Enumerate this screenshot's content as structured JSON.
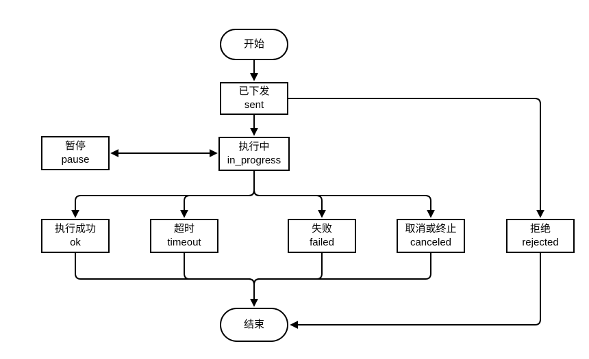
{
  "diagram": {
    "type": "flowchart",
    "colors": {
      "stroke": "#000000",
      "fill": "#ffffff",
      "text": "#000000"
    },
    "nodes": {
      "start": {
        "shape": "stadium",
        "lines": [
          "开始"
        ]
      },
      "sent": {
        "shape": "rect",
        "lines": [
          "已下发",
          "sent"
        ]
      },
      "pause": {
        "shape": "rect",
        "lines": [
          "暂停",
          "pause"
        ]
      },
      "in_progress": {
        "shape": "rect",
        "lines": [
          "执行中",
          "in_progress"
        ]
      },
      "ok": {
        "shape": "rect",
        "lines": [
          "执行成功",
          "ok"
        ]
      },
      "timeout": {
        "shape": "rect",
        "lines": [
          "超时",
          "timeout"
        ]
      },
      "failed": {
        "shape": "rect",
        "lines": [
          "失败",
          "failed"
        ]
      },
      "canceled": {
        "shape": "rect",
        "lines": [
          "取消或终止",
          "canceled"
        ]
      },
      "rejected": {
        "shape": "rect",
        "lines": [
          "拒绝",
          "rejected"
        ]
      },
      "end": {
        "shape": "stadium",
        "lines": [
          "结束"
        ]
      }
    },
    "edges": [
      {
        "from": "start",
        "to": "sent",
        "arrow": "end"
      },
      {
        "from": "sent",
        "to": "in_progress",
        "arrow": "end"
      },
      {
        "from": "pause",
        "to": "in_progress",
        "arrow": "both"
      },
      {
        "from": "in_progress",
        "to": "ok",
        "arrow": "end"
      },
      {
        "from": "in_progress",
        "to": "timeout",
        "arrow": "end"
      },
      {
        "from": "in_progress",
        "to": "failed",
        "arrow": "end"
      },
      {
        "from": "in_progress",
        "to": "canceled",
        "arrow": "end"
      },
      {
        "from": "sent",
        "to": "rejected",
        "arrow": "end"
      },
      {
        "from": "ok",
        "to": "end",
        "arrow": "end"
      },
      {
        "from": "timeout",
        "to": "end",
        "arrow": "end"
      },
      {
        "from": "failed",
        "to": "end",
        "arrow": "end"
      },
      {
        "from": "canceled",
        "to": "end",
        "arrow": "end"
      },
      {
        "from": "rejected",
        "to": "end",
        "arrow": "end"
      }
    ]
  }
}
